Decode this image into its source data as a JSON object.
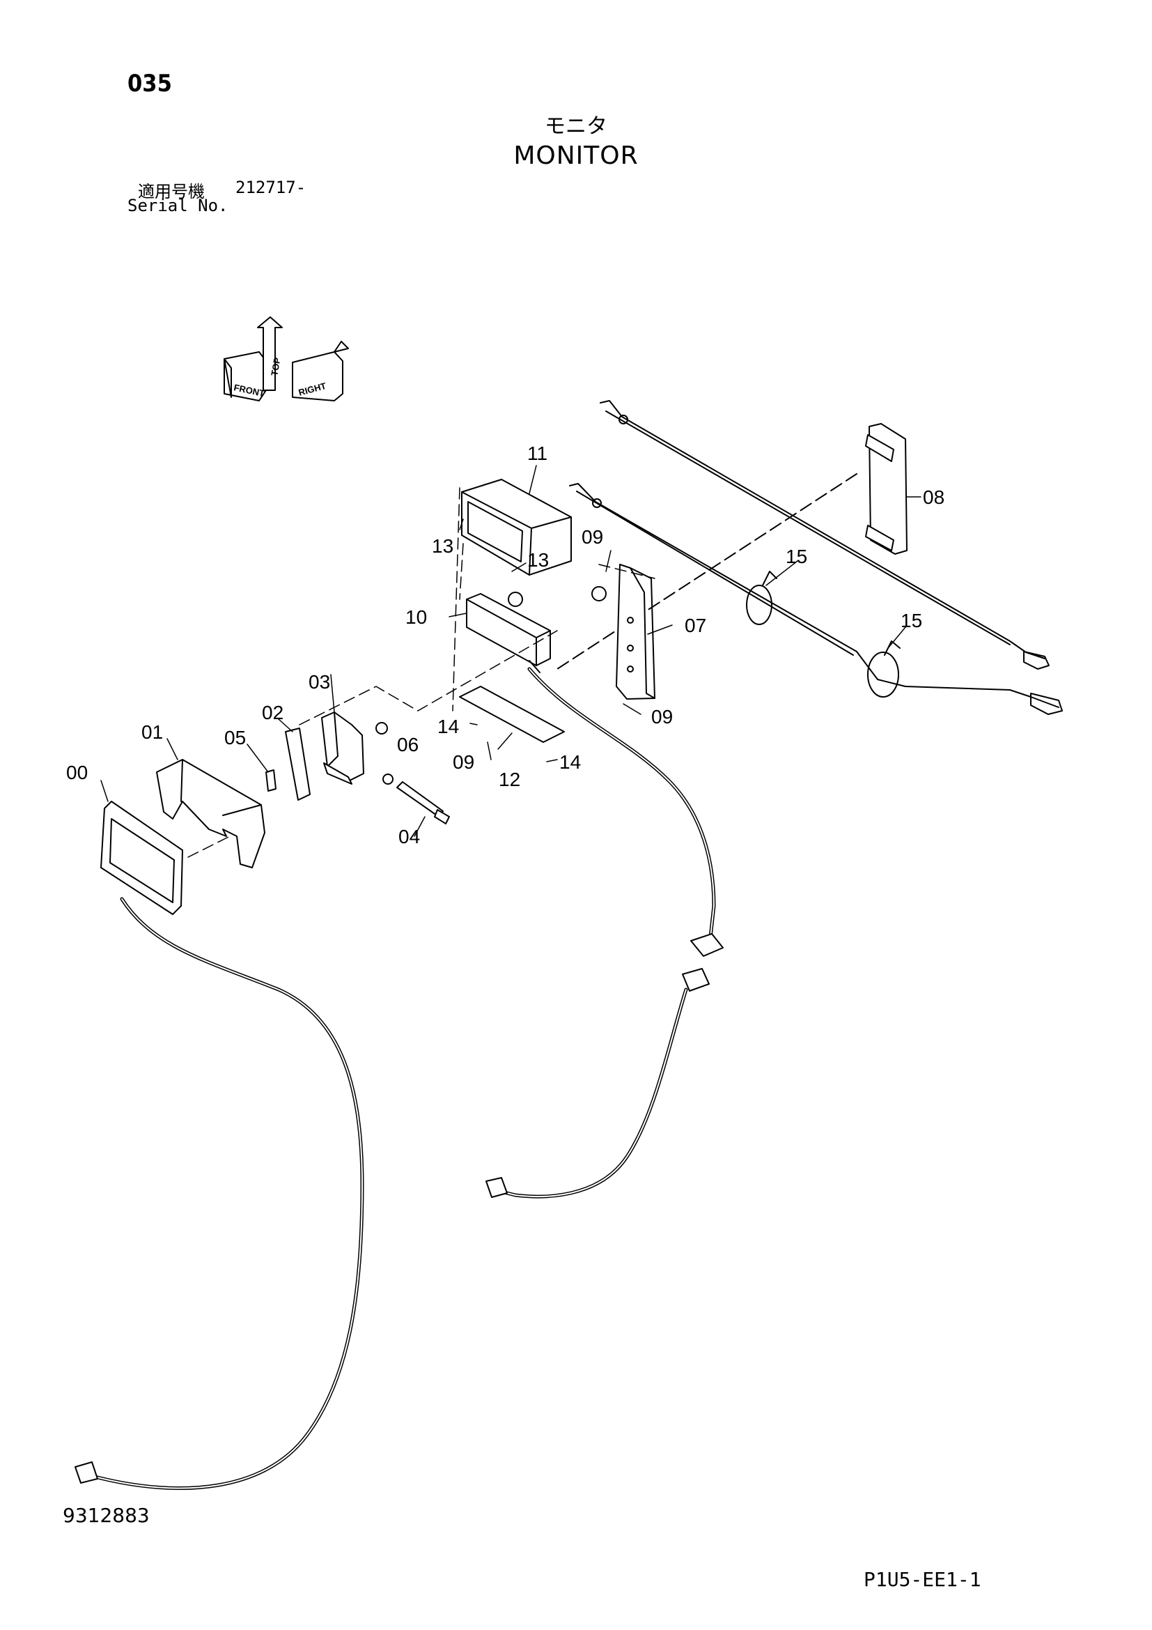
{
  "page_number": "035",
  "title": {
    "japanese": "モニタ",
    "english": "MONITOR"
  },
  "serial": {
    "label_jp": "適用号機",
    "value": "212717-",
    "label_en": "Serial No."
  },
  "orientation": {
    "front": "FRONT",
    "top": "TOP",
    "right": "RIGHT"
  },
  "drawing_number": "9312883",
  "sheet_code": "P1U5-EE1-1",
  "part_labels": {
    "p00": "00",
    "p01": "01",
    "p02": "02",
    "p03": "03",
    "p04": "04",
    "p05": "05",
    "p06": "06",
    "p07": "07",
    "p08": "08",
    "p09a": "09",
    "p09b": "09",
    "p09c": "09",
    "p10": "10",
    "p11": "11",
    "p12": "12",
    "p13a": "13",
    "p13b": "13",
    "p14a": "14",
    "p14b": "14",
    "p15a": "15",
    "p15b": "15"
  }
}
